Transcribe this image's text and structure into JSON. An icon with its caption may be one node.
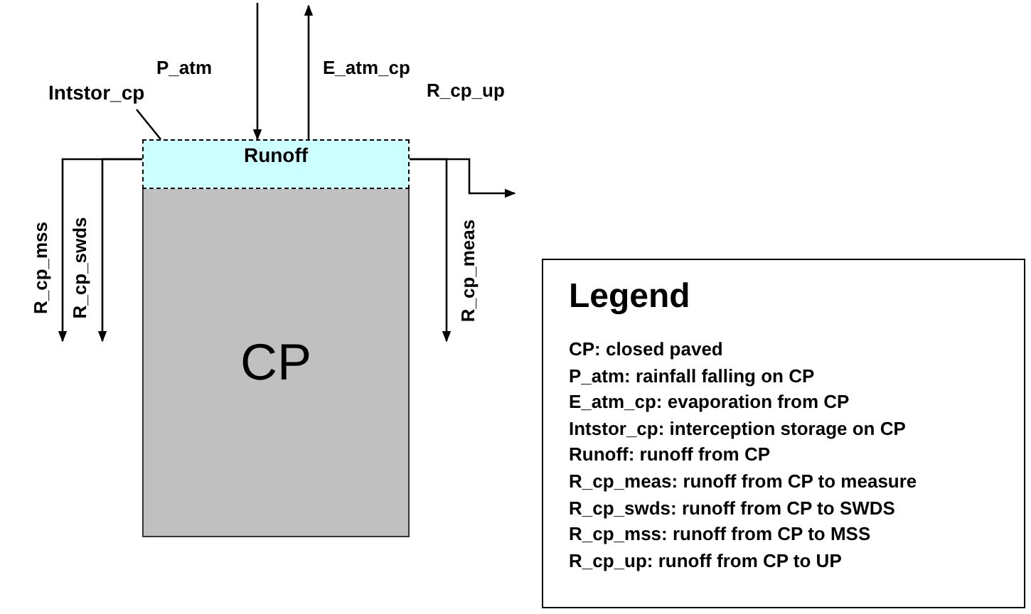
{
  "diagram": {
    "nodes": [
      {
        "text": [
          "Intstor_cp"
        ]
      },
      {
        "text": [
          "Runoff"
        ]
      },
      {
        "text": [
          "CP"
        ]
      },
      {
        "text": [
          "Legend",
          "CP: closed paved",
          "P_atm: rainfall falling on CP",
          "E_atm_cp: evaporation from CP",
          "Intstor_cp: interception storage on CP",
          "Runoff: runoff from CP",
          "R_cp_meas: runoff from CP to measure",
          "R_cp_swds: runoff from CP to SWDS",
          "R_cp_mss: runoff from CP to MSS",
          "R_cp_up: runoff from CP to UP"
        ]
      }
    ],
    "edges": [
      {
        "from": null,
        "to": 1,
        "arrow": "to",
        "label": "P_atm"
      },
      {
        "from": 1,
        "to": null,
        "arrow": "to",
        "label": "E_atm_cp"
      },
      {
        "from": 0,
        "to": 1,
        "arrow": "none"
      },
      {
        "from": 1,
        "to": null,
        "arrow": "to",
        "label": "R_cp_mss"
      },
      {
        "from": 1,
        "to": null,
        "arrow": "to",
        "label": "R_cp_swds"
      },
      {
        "from": 1,
        "to": null,
        "arrow": "to",
        "label": "R_cp_meas"
      },
      {
        "from": 1,
        "to": null,
        "arrow": "to",
        "label": "R_cp_up"
      }
    ]
  }
}
